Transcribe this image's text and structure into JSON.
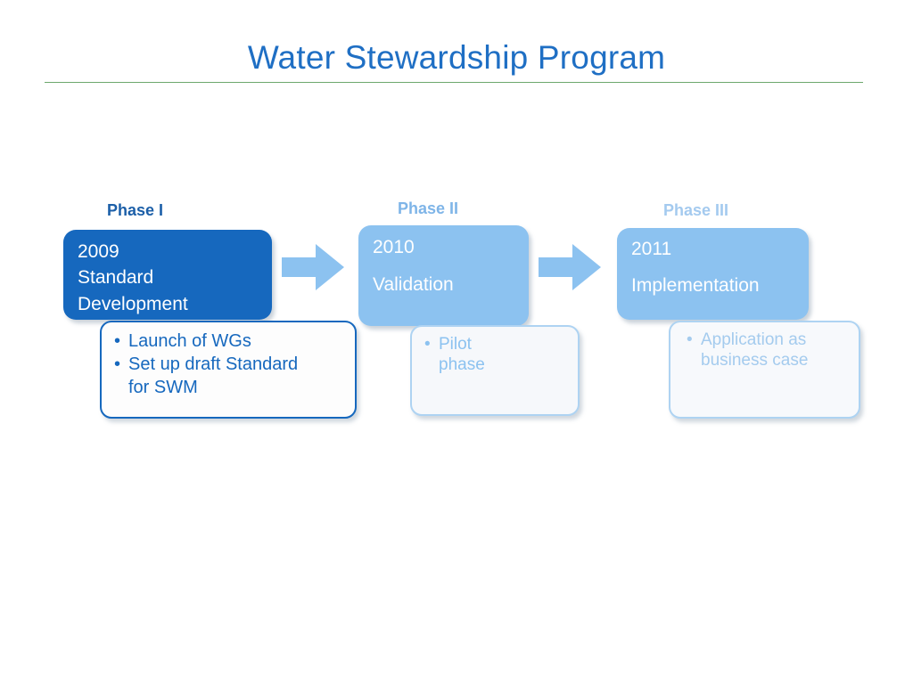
{
  "slide": {
    "title": "Water Stewardship Program",
    "divider_color": "#6da86d",
    "title_color": "#1f6fc4",
    "background": "#ffffff"
  },
  "phases": [
    {
      "label": "Phase I",
      "label_color": "#1c5fa8",
      "box_color": "#1668be",
      "year": "2009",
      "name_line1": "Standard",
      "name_line2": "Development",
      "bullets": [
        "Launch of WGs",
        "Set up draft Standard\nfor SWM"
      ],
      "bullet_color": "#1668be"
    },
    {
      "label": "Phase II",
      "label_color": "#7fb5e8",
      "box_color": "#8cc2f0",
      "year": "2010",
      "name_line1": "Validation",
      "name_line2": "",
      "bullets": [
        "Pilot\nphase"
      ],
      "bullet_color": "#8cc2f0"
    },
    {
      "label": "Phase III",
      "label_color": "#a4caef",
      "box_color": "#8cc2f0",
      "year": "2011",
      "name_line1": "Implementation",
      "name_line2": "",
      "bullets": [
        "Application as\nbusiness case"
      ],
      "bullet_color": "#a4cbee"
    }
  ],
  "arrows": [
    {
      "name": "arrow-phase1-to-phase2",
      "color": "#8cc2f0"
    },
    {
      "name": "arrow-phase2-to-phase3",
      "color": "#8cc2f0"
    }
  ]
}
